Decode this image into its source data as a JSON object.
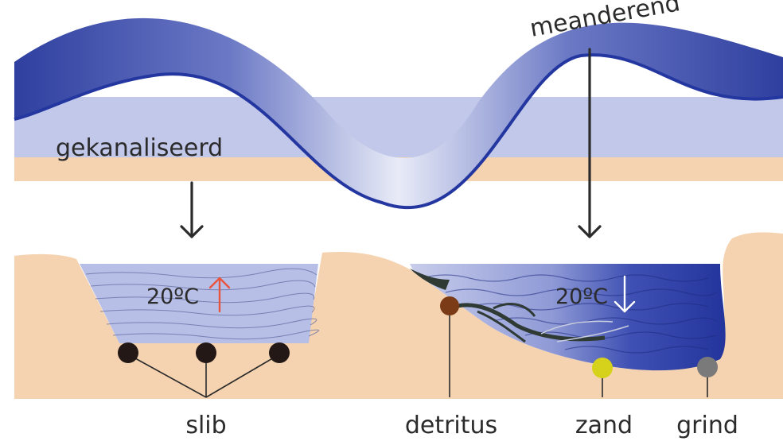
{
  "labels": {
    "channelized": "gekanaliseerd",
    "meandering": "meanderend"
  },
  "channelized_section": {
    "temperature": "20ºC",
    "temperature_trend": "up",
    "substrate": "slib"
  },
  "meandering_section": {
    "temperature": "20ºC",
    "temperature_trend": "down",
    "substrates": [
      "detritus",
      "zand",
      "grind"
    ]
  },
  "colors": {
    "sand": "#f5d3b0",
    "light_water": "#c2c8ea",
    "deep_water": "#2a3a9e",
    "channel_outline": "#2437a0",
    "slib_marker": "#231815",
    "detritus_marker": "#7a3b16",
    "zand_marker": "#d6d21c",
    "grind_marker": "#7a7a7a",
    "arrow_up": "#e8553f",
    "arrow_down": "#ffffff"
  }
}
